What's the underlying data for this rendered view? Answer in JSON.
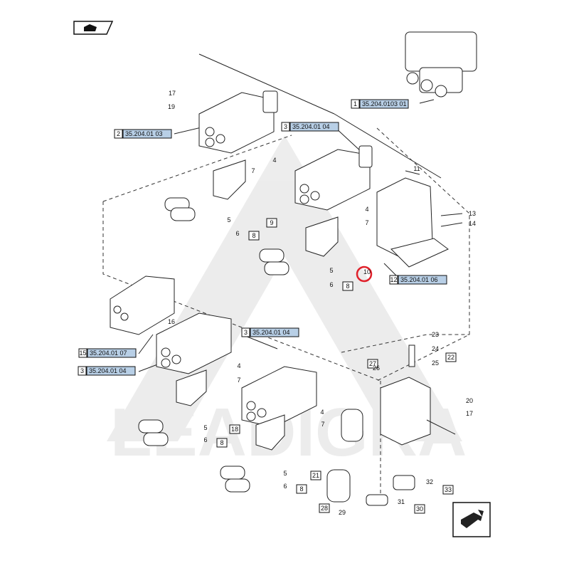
{
  "watermark": "LEADIGRA",
  "highlight_color": "#e0202a",
  "ref_box_color": "#b8cfe6",
  "icons": {
    "top_left": "book-arrow-icon",
    "bottom_right": "next-page-arrow-icon"
  },
  "references": [
    {
      "num": "1",
      "code": "35.204.0103 01"
    },
    {
      "num": "2",
      "code": "35.204.01 03"
    },
    {
      "num": "3",
      "code": "35.204.01 04"
    },
    {
      "num": "12",
      "code": "35.204.01 06"
    },
    {
      "num": "15",
      "code": "35.204.01 07"
    },
    {
      "num": "3",
      "code": "35.204.01 04"
    },
    {
      "num": "3",
      "code": "35.204.01 04"
    }
  ],
  "callouts": [
    "17",
    "19",
    "4",
    "7",
    "9",
    "5",
    "6",
    "8",
    "11",
    "13",
    "14",
    "4",
    "7",
    "10",
    "5",
    "6",
    "8",
    "16",
    "4",
    "7",
    "18",
    "5",
    "6",
    "8",
    "27",
    "26",
    "4",
    "7",
    "23",
    "24",
    "25",
    "22",
    "20",
    "17",
    "21",
    "5",
    "6",
    "8",
    "32",
    "33",
    "31",
    "30",
    "28",
    "29"
  ],
  "highlighted_callout": "10"
}
